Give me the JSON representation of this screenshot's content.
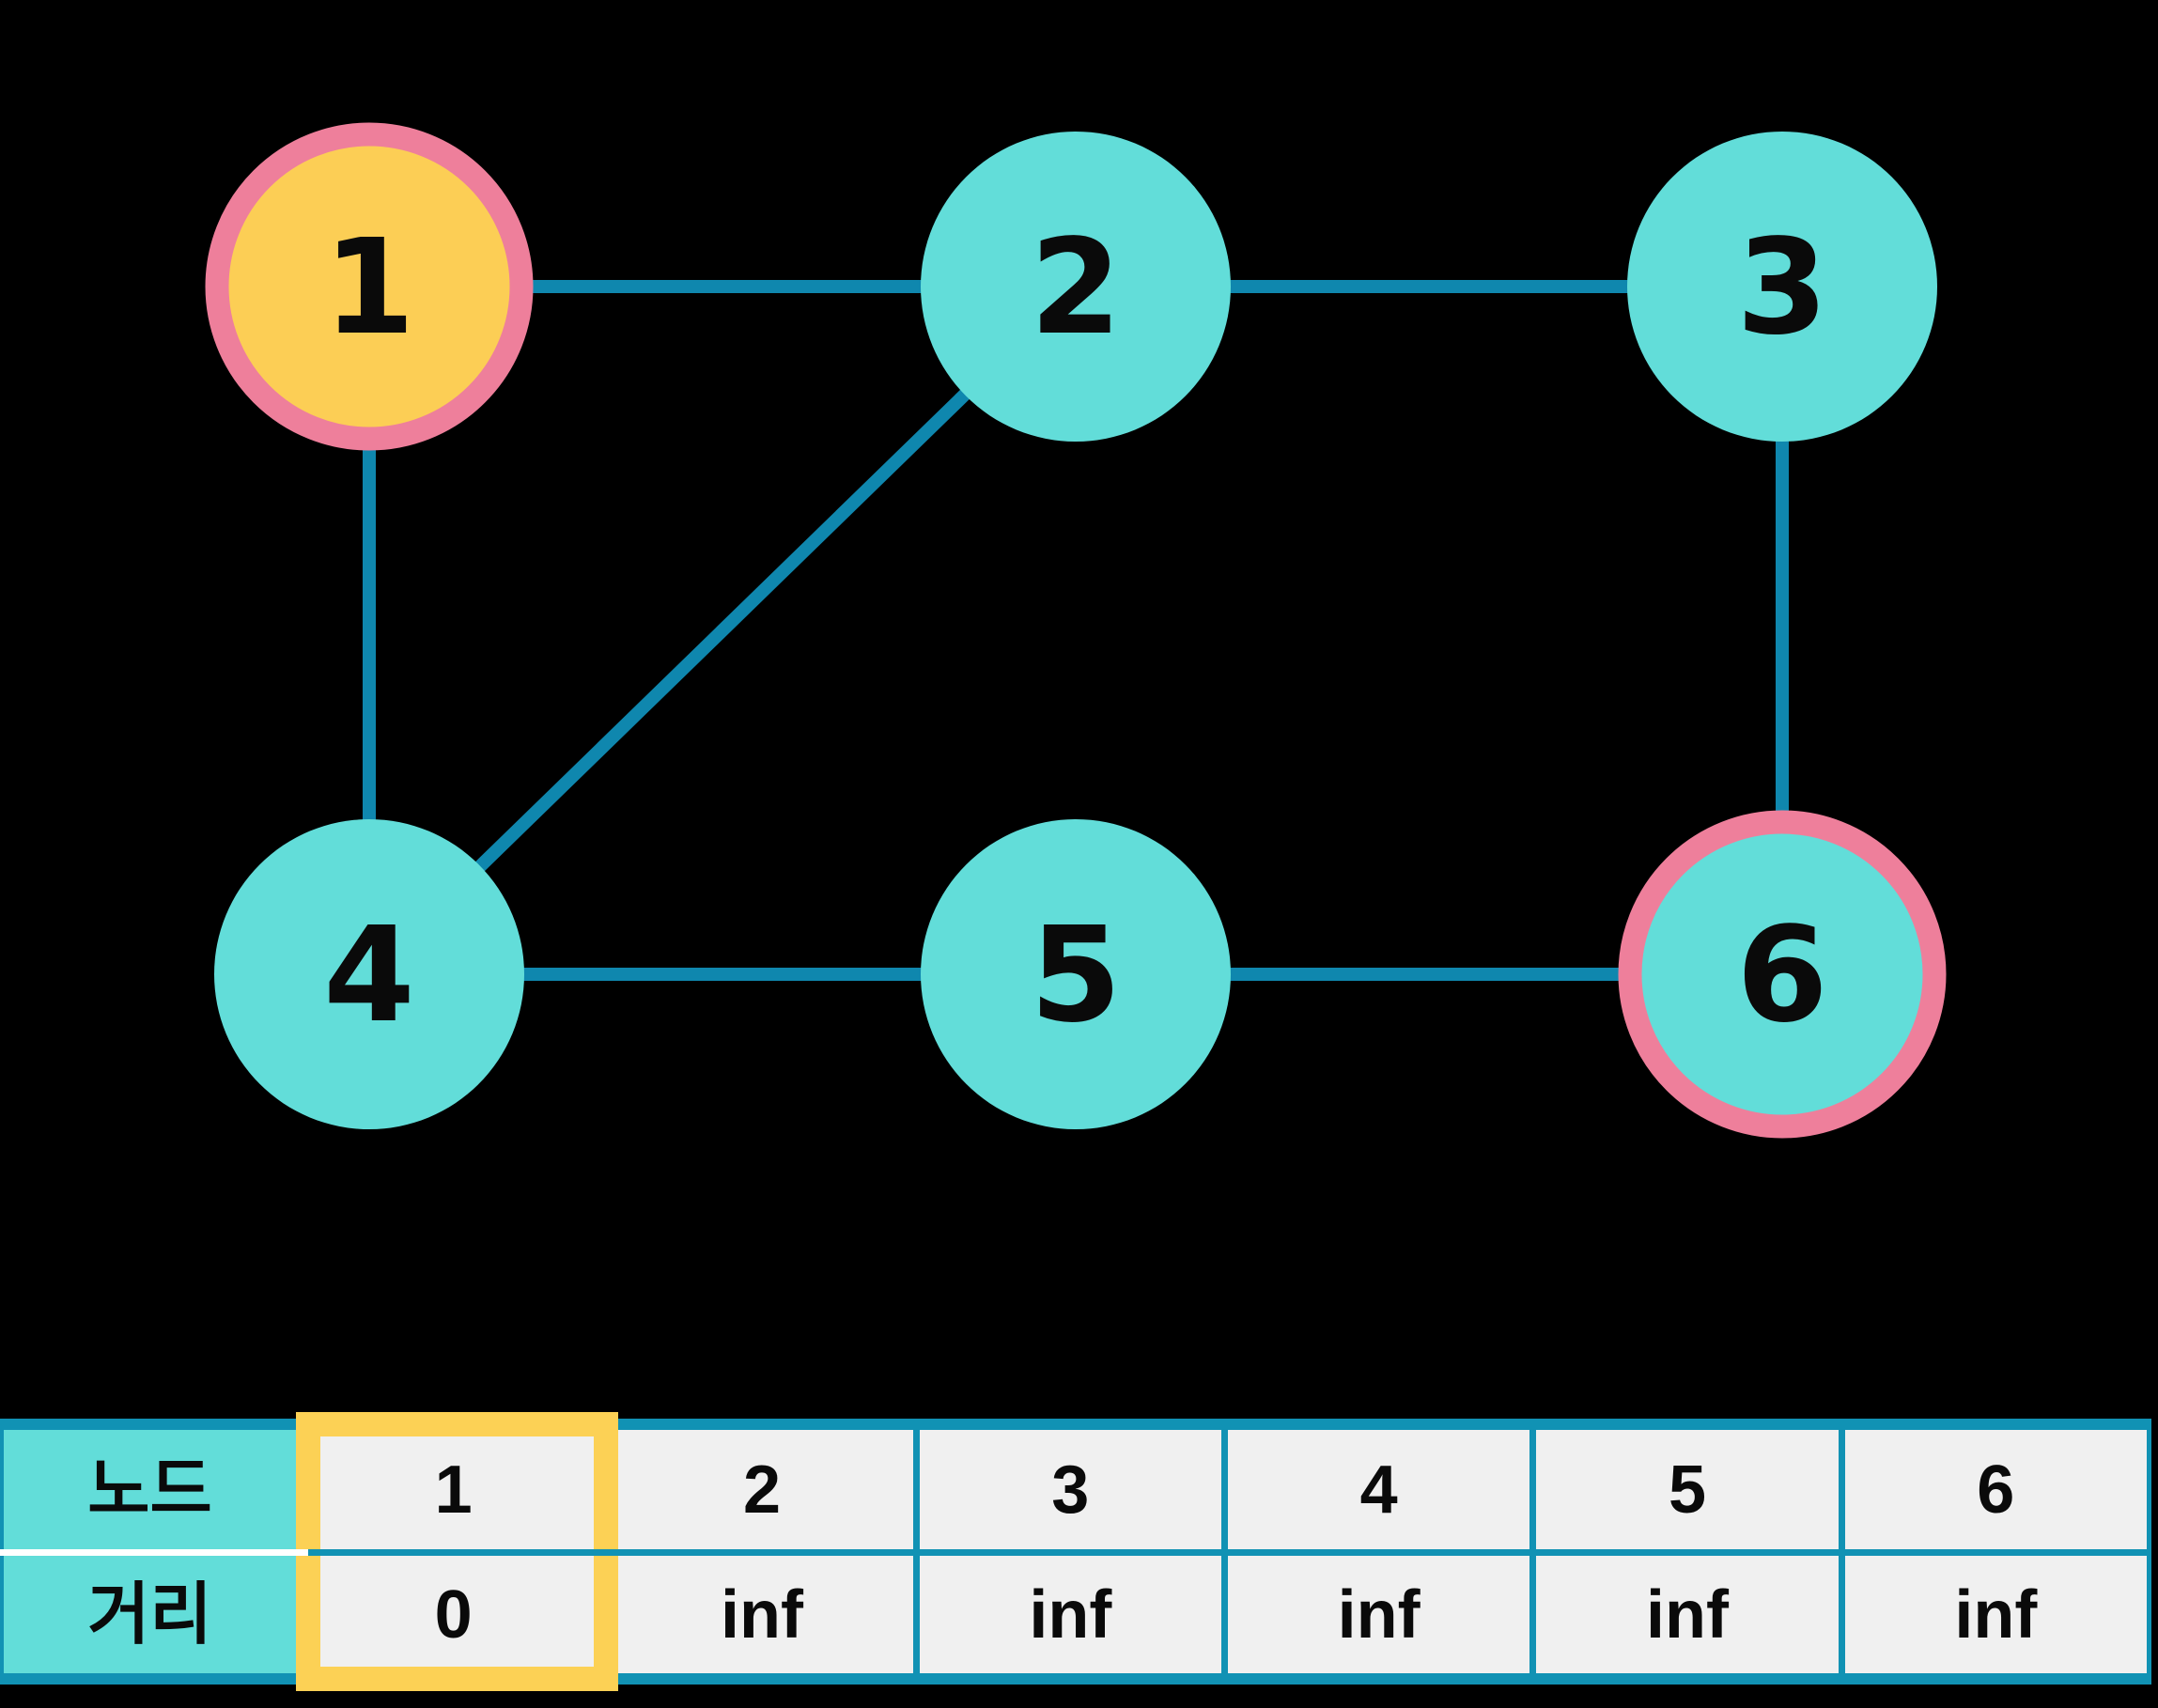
{
  "colors": {
    "background": "#000000",
    "node_fill": "#62DDD9",
    "start_node_fill": "#FCCE55",
    "highlight_ring": "#EE7F9B",
    "edge": "#0F87AE",
    "table_border": "#1192B4",
    "table_header_fill": "#62DDD9",
    "table_cell_fill": "#F0F0F0",
    "highlight_box": "#FCD155",
    "text": "#0A0A0A"
  },
  "graph": {
    "nodes": [
      {
        "label": "1",
        "fill": "yellow",
        "ring": true
      },
      {
        "label": "2",
        "fill": "teal",
        "ring": false
      },
      {
        "label": "3",
        "fill": "teal",
        "ring": false
      },
      {
        "label": "4",
        "fill": "teal",
        "ring": false
      },
      {
        "label": "5",
        "fill": "teal",
        "ring": false
      },
      {
        "label": "6",
        "fill": "teal",
        "ring": true
      }
    ],
    "edges": [
      {
        "from": "1",
        "to": "2"
      },
      {
        "from": "2",
        "to": "3"
      },
      {
        "from": "1",
        "to": "4"
      },
      {
        "from": "2",
        "to": "4"
      },
      {
        "from": "4",
        "to": "5"
      },
      {
        "from": "5",
        "to": "6"
      },
      {
        "from": "3",
        "to": "6"
      }
    ]
  },
  "table": {
    "row_headers": [
      "노드",
      "거리"
    ],
    "columns": [
      {
        "node": "1",
        "distance": "0",
        "highlighted": true
      },
      {
        "node": "2",
        "distance": "inf",
        "highlighted": false
      },
      {
        "node": "3",
        "distance": "inf",
        "highlighted": false
      },
      {
        "node": "4",
        "distance": "inf",
        "highlighted": false
      },
      {
        "node": "5",
        "distance": "inf",
        "highlighted": false
      },
      {
        "node": "6",
        "distance": "inf",
        "highlighted": false
      }
    ]
  }
}
